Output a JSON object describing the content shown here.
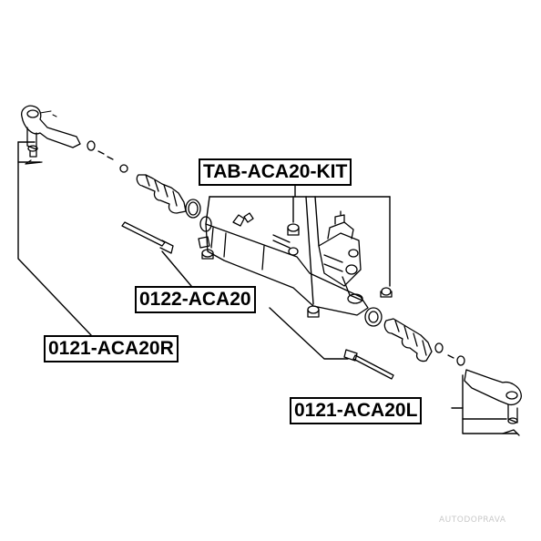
{
  "labels": {
    "kit": "TAB-ACA20-KIT",
    "inner_rod": "0122-ACA20",
    "tie_rod_end_right": "0121-ACA20R",
    "tie_rod_end_left": "0121-ACA20L"
  },
  "watermark": "AUTODOPRAVA",
  "colors": {
    "line": "#000000",
    "background": "#ffffff",
    "watermark": "#c9c9c9"
  }
}
